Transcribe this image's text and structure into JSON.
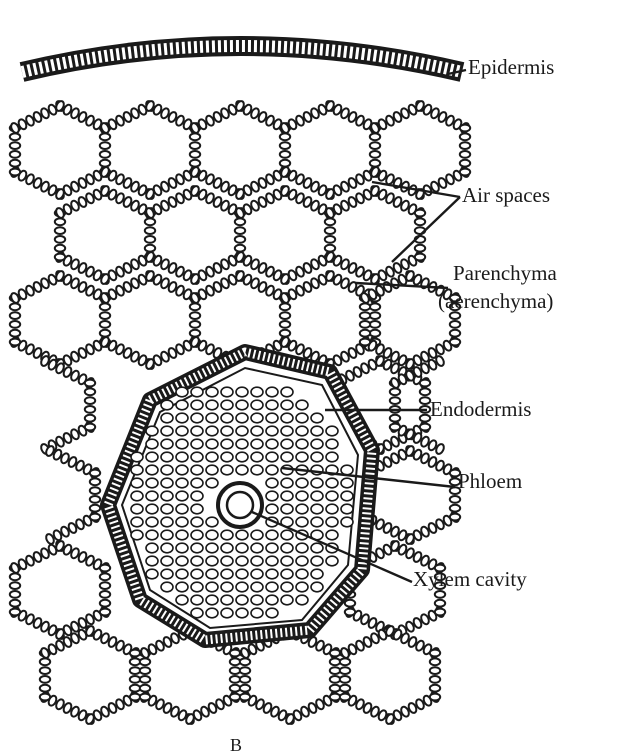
{
  "labels": {
    "epidermis": "Epidermis",
    "air_spaces": "Air spaces",
    "parenchyma": "Parenchyma",
    "aerenchyma": "(aerenchyma)",
    "endodermis": "Endodermis",
    "phloem": "Phloem",
    "xylem_cavity": "Xylem cavity",
    "figure_letter": "B"
  },
  "colors": {
    "ink": "#1a1a1a",
    "paper": "#ffffff"
  }
}
